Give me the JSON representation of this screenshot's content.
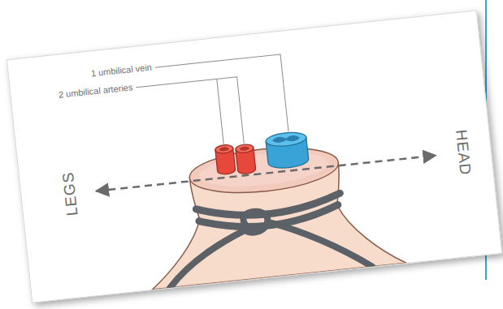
{
  "diagram": {
    "labels": [
      "1 umbilical vein",
      "2 umbilical arteries",
      "LEGS",
      "HEAD"
    ]
  }
}
